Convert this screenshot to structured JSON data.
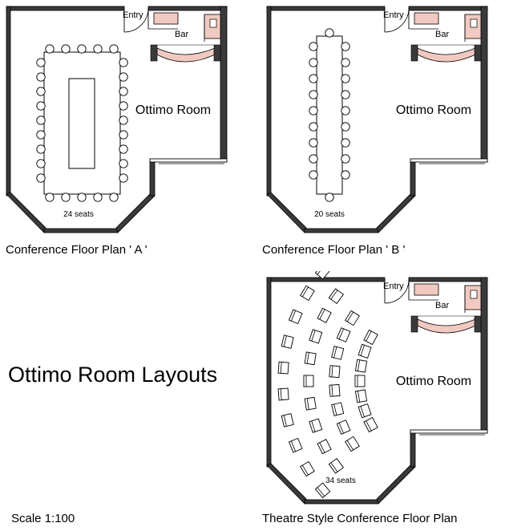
{
  "page": {
    "title": "Ottimo Room Layouts",
    "scale": "Scale 1:100"
  },
  "colors": {
    "wall": "#3a3a3a",
    "bar_counter": "#f2c9c0",
    "bar_detail": "#d99a8c",
    "line": "#000000"
  },
  "plans": [
    {
      "id": "plan-a",
      "layout": "boardroom-a",
      "caption": "Conference Floor Plan ' A '",
      "room_label": "Ottimo Room",
      "entry_label": "Entry",
      "bar_label": "Bar",
      "seats_label": "24 seats"
    },
    {
      "id": "plan-b",
      "layout": "boardroom-b",
      "caption": "Conference Floor Plan ' B '",
      "room_label": "Ottimo Room",
      "entry_label": "Entry",
      "bar_label": "Bar",
      "seats_label": "20 seats"
    },
    {
      "id": "plan-theatre",
      "layout": "theatre",
      "caption": "Theatre Style Conference Floor Plan",
      "room_label": "Ottimo Room",
      "entry_label": "Entry",
      "bar_label": "Bar",
      "seats_label": "34 seats"
    }
  ]
}
